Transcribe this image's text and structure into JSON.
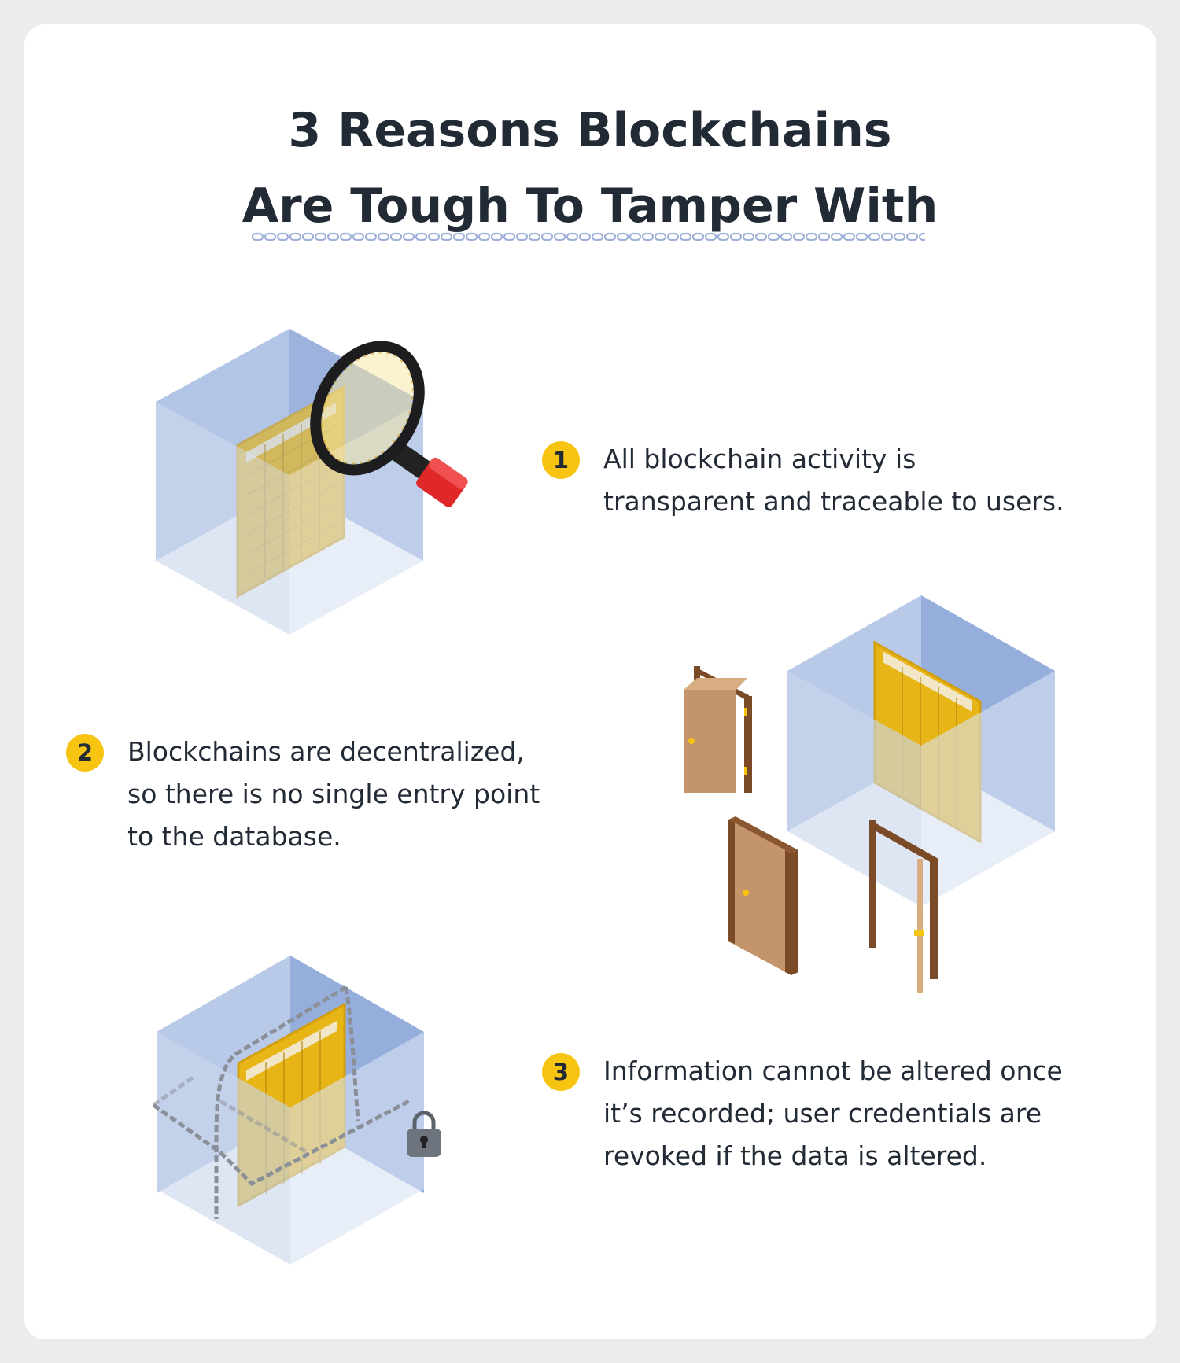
{
  "title": {
    "line1": "3 Reasons Blockchains",
    "line2": "Are Tough To Tamper With"
  },
  "colors": {
    "badge": "#f6c411",
    "cube_light": "#c9d6ee",
    "cube_dark": "#8ea7d6",
    "ledger": "#e8b516",
    "door": "#c4956a",
    "door_frame": "#7b4a26",
    "text": "#222a36"
  },
  "reasons": [
    {
      "number": "1",
      "lines": [
        "All blockchain activity is",
        "transparent and traceable to users."
      ],
      "icon": "magnifier-icon"
    },
    {
      "number": "2",
      "lines": [
        "Blockchains are decentralized,",
        "so there is no single entry point",
        "to the database."
      ],
      "icon": "doors-icon"
    },
    {
      "number": "3",
      "lines": [
        "Information cannot be altered once",
        "it’s recorded; user credentials are",
        "revoked if the data is altered."
      ],
      "icon": "chain-lock-icon"
    }
  ]
}
